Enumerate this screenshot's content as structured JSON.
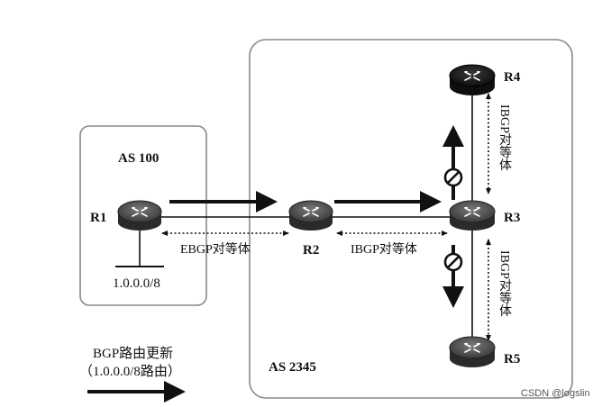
{
  "as_left": {
    "label": "AS 100"
  },
  "as_right": {
    "label": "AS 2345"
  },
  "routers": {
    "r1": "R1",
    "r2": "R2",
    "r3": "R3",
    "r4": "R4",
    "r5": "R5"
  },
  "network": {
    "prefix": "1.0.0.0/8"
  },
  "peering": {
    "ebgp": "EBGP对等体",
    "ibgp_r2_r3": "IBGP对等体",
    "ibgp_r3_r4": "IBGP对等体",
    "ibgp_r3_r5": "IBGP对等体"
  },
  "legend": {
    "line1": "BGP路由更新",
    "line2": "（1.0.0.0/8路由）"
  },
  "watermark": "CSDN @logslin",
  "colors": {
    "stroke": "#111111",
    "box": "#888888",
    "router_dark": "#1a1a1a",
    "router_light": "#5a5a5a"
  },
  "icons": [
    "router-icon",
    "blocked-icon",
    "arrow-icon"
  ]
}
